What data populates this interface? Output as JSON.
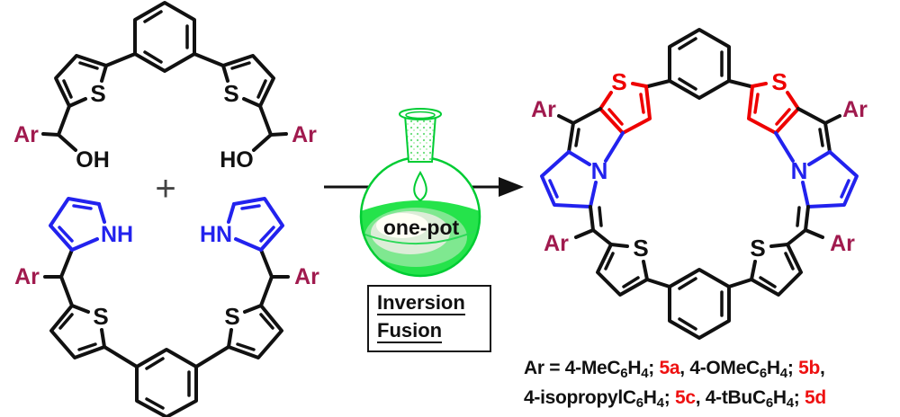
{
  "colors": {
    "bond_black": "#111111",
    "aryl_maroon": "#A01A4E",
    "pyrrole_blue": "#2222EE",
    "thiophene_red": "#EE0000",
    "flask_green": "#00CC33",
    "caption_red": "#EE1111"
  },
  "reactant_diol": {
    "ar_left": "Ar",
    "ar_right": "Ar",
    "s_left": "S",
    "s_right": "S",
    "oh_left": "OH",
    "oh_right": "HO"
  },
  "plus_sign": "+",
  "reactant_dipyrrole": {
    "ar_left": "Ar",
    "ar_right": "Ar",
    "s_left": "S",
    "s_right": "S",
    "nh_left": "NH",
    "nh_right": "HN"
  },
  "flask": {
    "label": "one-pot"
  },
  "conditions": {
    "line1": "Inversion",
    "line2": "Fusion"
  },
  "product": {
    "ar_top_left": "Ar",
    "ar_top_right": "Ar",
    "ar_bottom_left": "Ar",
    "ar_bottom_right": "Ar",
    "s_top_left": "S",
    "s_top_right": "S",
    "s_bottom_left": "S",
    "s_bottom_right": "S",
    "n_left": "N",
    "n_right": "N"
  },
  "caption": {
    "line1": [
      {
        "t": "Ar = 4-MeC"
      },
      {
        "t": "6"
      },
      {
        "t": "H"
      },
      {
        "t": "4"
      },
      {
        "t": "; "
      },
      {
        "t": "5a"
      },
      {
        "t": ", 4-OMeC"
      },
      {
        "t": "6"
      },
      {
        "t": "H"
      },
      {
        "t": "4"
      },
      {
        "t": "; "
      },
      {
        "t": "5b"
      },
      {
        "t": ","
      }
    ],
    "line2": [
      {
        "t": "4-isopropylC"
      },
      {
        "t": "6"
      },
      {
        "t": "H"
      },
      {
        "t": "4"
      },
      {
        "t": "; "
      },
      {
        "t": "5c"
      },
      {
        "t": ", 4-tBuC"
      },
      {
        "t": "6"
      },
      {
        "t": "H"
      },
      {
        "t": "4"
      },
      {
        "t": "; "
      },
      {
        "t": "5d"
      }
    ]
  }
}
